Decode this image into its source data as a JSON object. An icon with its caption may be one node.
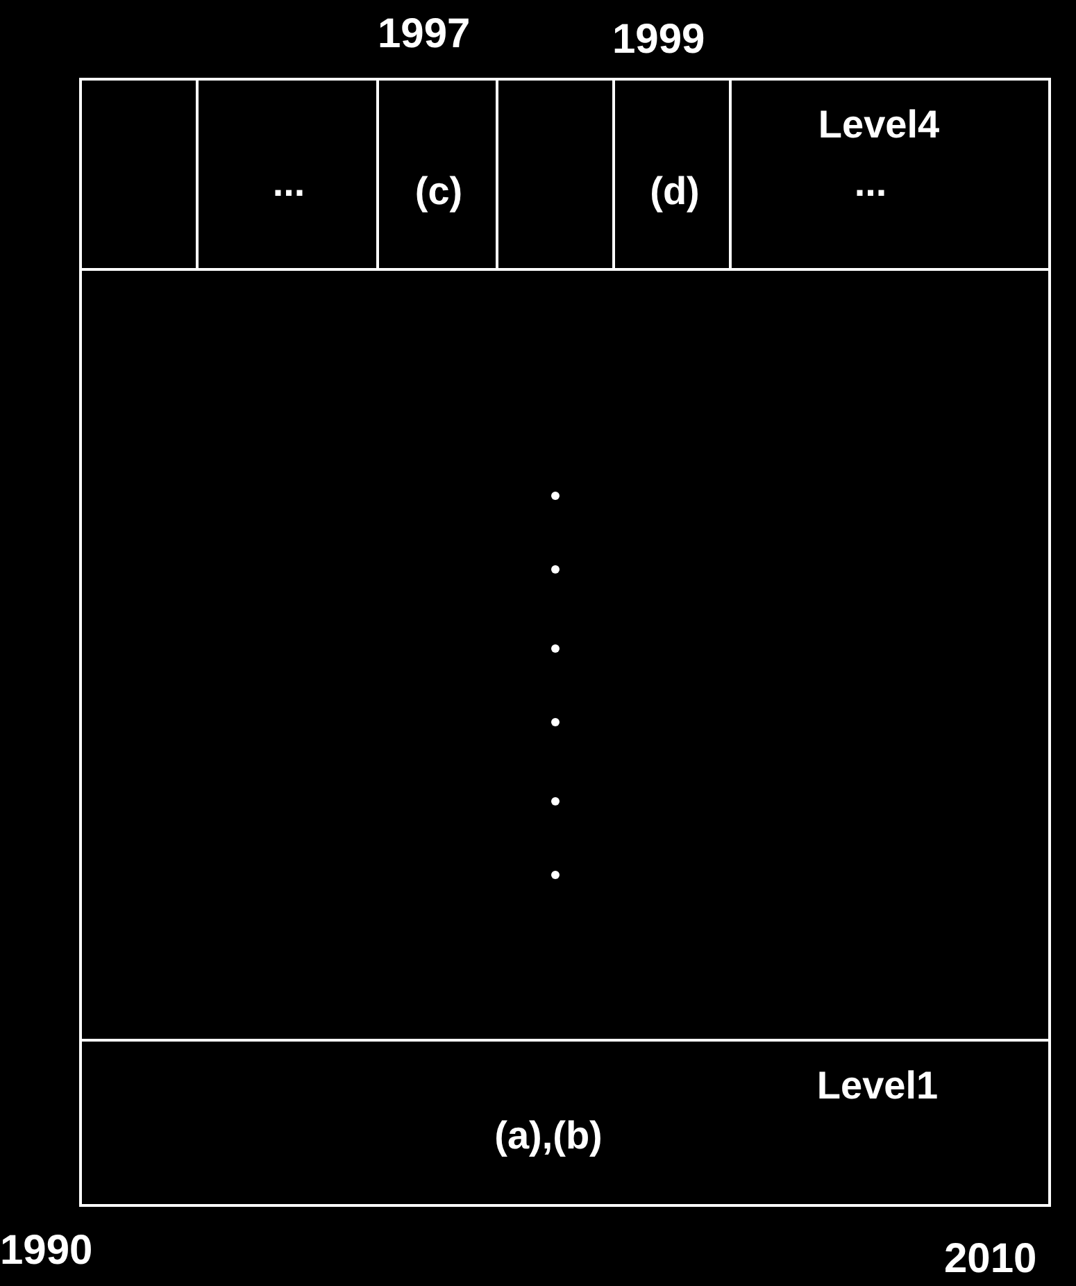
{
  "diagram": {
    "nodes": [
      {
        "text": [],
        "shape": "box"
      },
      {
        "text": [
          "..."
        ]
      },
      {
        "text": [
          "(c)"
        ]
      },
      {
        "text": [],
        "shape": "box"
      },
      {
        "text": [
          "(d)"
        ]
      },
      {
        "text": [
          "Level4",
          "..."
        ]
      },
      {
        "text": [],
        "shape": "box"
      },
      {
        "text": [
          "Level1",
          "(a),(b)"
        ]
      }
    ],
    "edges": [],
    "labels": [
      "1997",
      "1999",
      "1990",
      "2010"
    ]
  }
}
